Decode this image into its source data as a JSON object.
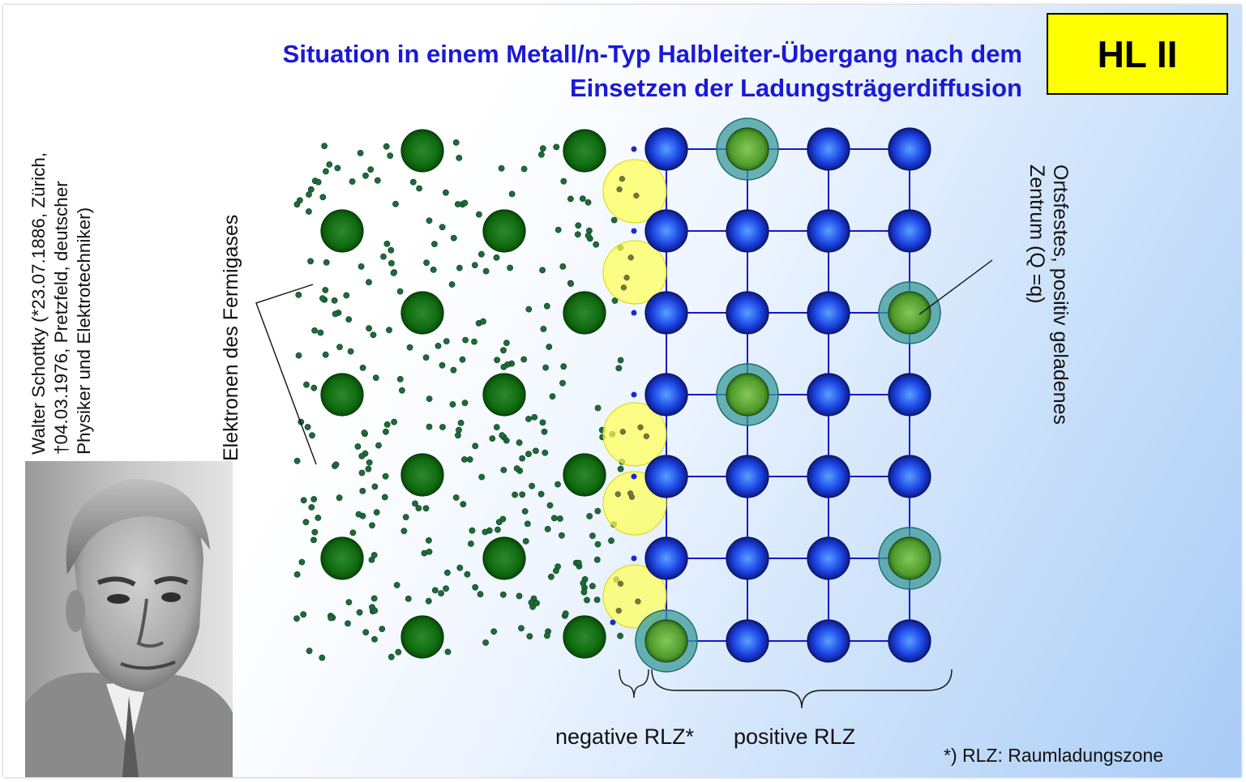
{
  "title": {
    "line1": "Situation in einem Metall/n-Typ Halbleiter-Übergang nach dem",
    "line2": "Einsetzen der Ladungsträgerdiffusion"
  },
  "badge": "HL II",
  "bio": {
    "line1": "Walter Schottky (*23.07.1886, Zürich,",
    "line2": "†04.03.1976, Pretzfeld, deutscher",
    "line3": "Physiker und Elektrotechniker)"
  },
  "labels": {
    "fermi_electrons": "Elektronen des Fermigases",
    "fixed_centre_line1": "Ortsfestes, positiv geladenes",
    "fixed_centre_line2": "Zentrum (Q =q)",
    "negative_rlz": "negative RLZ*",
    "positive_rlz": "positive RLZ",
    "footnote": "*) RLZ: Raumladungszone"
  },
  "colors": {
    "title": "#1a1ad6",
    "badge": "#ffff00",
    "metal_ion": "#0d6b0d",
    "semiconductor_atom": "#1f45e8",
    "ionized_donor": "#4d9a2a",
    "depletion_ring": "#3a9a9a",
    "accumulated_electrons": "#ffff55",
    "lattice_bond": "#1818cc"
  }
}
